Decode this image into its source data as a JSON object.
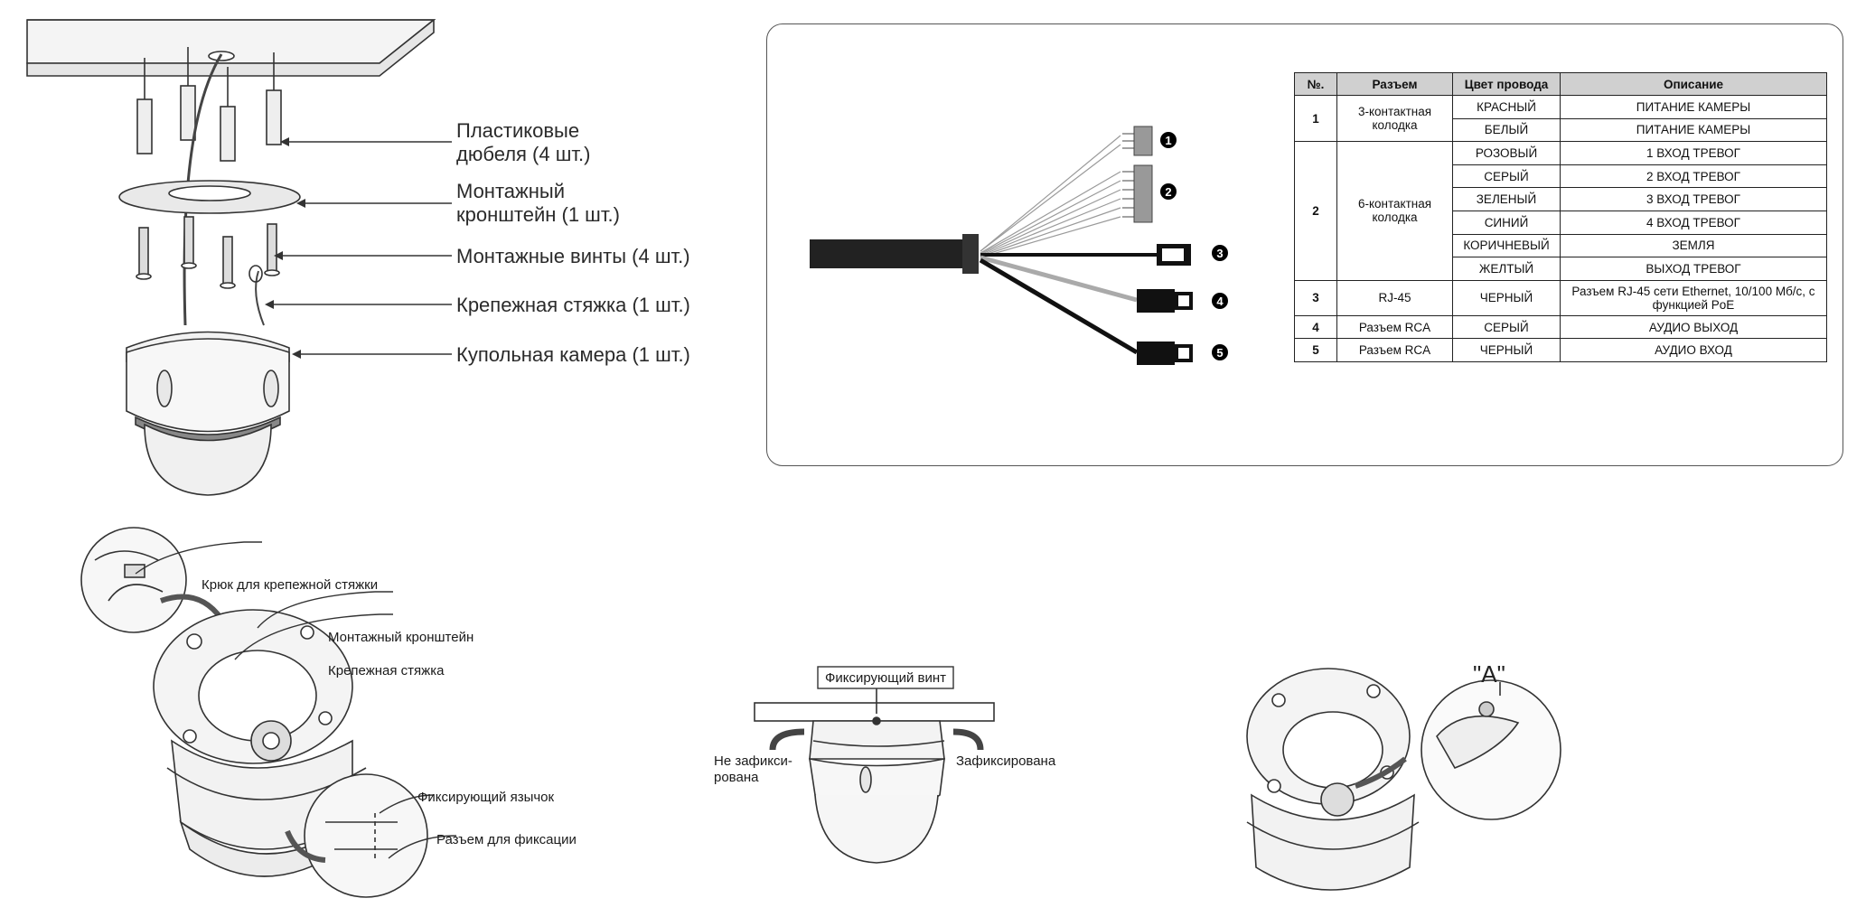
{
  "top_diagram": {
    "labels": [
      {
        "text1": "Пластиковые",
        "text2": "дюбеля (4 шт.)"
      },
      {
        "text1": "Монтажный",
        "text2": "кронштейн (1 шт.)"
      },
      {
        "text1": "Монтажные винты (4 шт.)"
      },
      {
        "text1": "Крепежная стяжка (1 шт.)"
      },
      {
        "text1": "Купольная камера (1 шт.)"
      }
    ]
  },
  "cable_diagram": {
    "connector_markers": [
      "1",
      "2",
      "3",
      "4",
      "5"
    ]
  },
  "wire_table": {
    "headers": [
      "№.",
      "Разъем",
      "Цвет провода",
      "Описание"
    ],
    "groups": [
      {
        "num": "1",
        "connector": "3-контактная колодка",
        "rows": [
          {
            "color": "КРАСНЫЙ",
            "desc": "ПИТАНИЕ КАМЕРЫ"
          },
          {
            "color": "БЕЛЫЙ",
            "desc": "ПИТАНИЕ КАМЕРЫ"
          }
        ]
      },
      {
        "num": "2",
        "connector": "6-контактная колодка",
        "rows": [
          {
            "color": "РОЗОВЫЙ",
            "desc": "1 ВХОД ТРЕВОГ"
          },
          {
            "color": "СЕРЫЙ",
            "desc": "2 ВХОД ТРЕВОГ"
          },
          {
            "color": "ЗЕЛЕНЫЙ",
            "desc": "3 ВХОД ТРЕВОГ"
          },
          {
            "color": "СИНИЙ",
            "desc": "4 ВХОД ТРЕВОГ"
          },
          {
            "color": "КОРИЧНЕВЫЙ",
            "desc": "ЗЕМЛЯ"
          },
          {
            "color": "ЖЕЛТЫЙ",
            "desc": "ВЫХОД ТРЕВОГ"
          }
        ]
      },
      {
        "num": "3",
        "connector": "RJ-45",
        "rows": [
          {
            "color": "ЧЕРНЫЙ",
            "desc": "Разъем RJ-45 сети Ethernet, 10/100 Мб/с, с функцией PoE"
          }
        ]
      },
      {
        "num": "4",
        "connector": "Разъем RCA",
        "rows": [
          {
            "color": "СЕРЫЙ",
            "desc": "АУДИО ВЫХОД"
          }
        ]
      },
      {
        "num": "5",
        "connector": "Разъем RCA",
        "rows": [
          {
            "color": "ЧЕРНЫЙ",
            "desc": "АУДИО ВХОД"
          }
        ]
      }
    ]
  },
  "bottom_left": {
    "labels": [
      "Крюк для крепежной стяжки",
      "Монтажный кронштейн",
      "Крепежная стяжка",
      "Фиксирующий язычок",
      "Разъем для фиксации"
    ]
  },
  "bottom_middle": {
    "screw_label": "Фиксирующий винт",
    "unlocked1": "Не зафикси-",
    "unlocked2": "рована",
    "locked": "Зафиксирована"
  },
  "bottom_right": {
    "detail_label": "\"A\""
  }
}
